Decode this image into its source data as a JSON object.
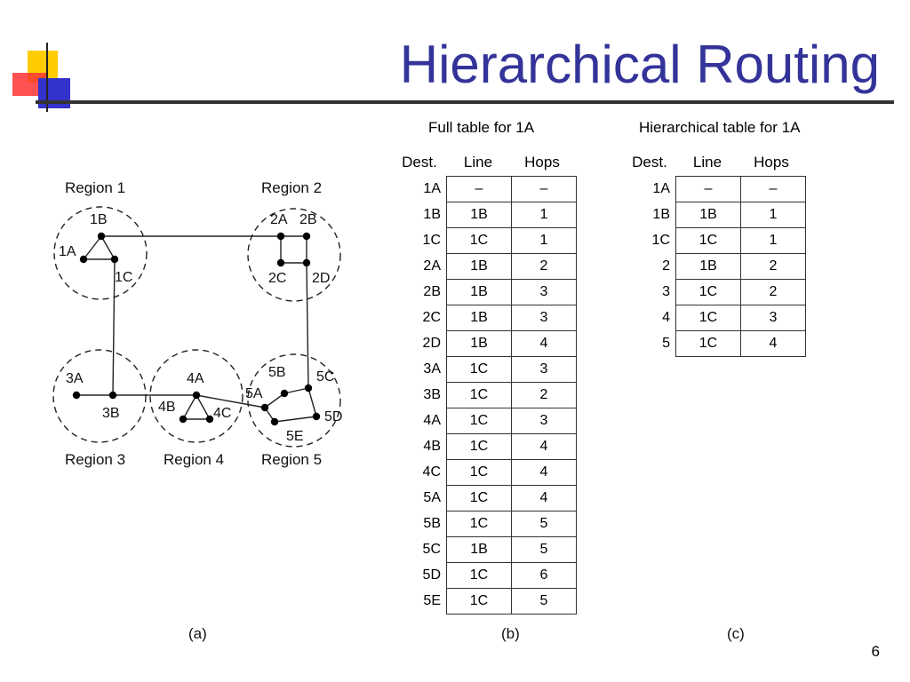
{
  "slide": {
    "title": "Hierarchical Routing",
    "page_number": "6"
  },
  "figure": {
    "regions": [
      "Region 1",
      "Region 2",
      "Region 3",
      "Region 4",
      "Region 5"
    ],
    "nodes": [
      "1A",
      "1B",
      "1C",
      "2A",
      "2B",
      "2C",
      "2D",
      "3A",
      "3B",
      "4A",
      "4B",
      "4C",
      "5A",
      "5B",
      "5C",
      "5D",
      "5E"
    ],
    "captions": [
      "(a)",
      "(b)",
      "(c)"
    ]
  },
  "full_table": {
    "title": "Full table for 1A",
    "headers": [
      "Dest.",
      "Line",
      "Hops"
    ],
    "rows": [
      {
        "dest": "1A",
        "line": "–",
        "hops": "–"
      },
      {
        "dest": "1B",
        "line": "1B",
        "hops": "1"
      },
      {
        "dest": "1C",
        "line": "1C",
        "hops": "1"
      },
      {
        "dest": "2A",
        "line": "1B",
        "hops": "2"
      },
      {
        "dest": "2B",
        "line": "1B",
        "hops": "3"
      },
      {
        "dest": "2C",
        "line": "1B",
        "hops": "3"
      },
      {
        "dest": "2D",
        "line": "1B",
        "hops": "4"
      },
      {
        "dest": "3A",
        "line": "1C",
        "hops": "3"
      },
      {
        "dest": "3B",
        "line": "1C",
        "hops": "2"
      },
      {
        "dest": "4A",
        "line": "1C",
        "hops": "3"
      },
      {
        "dest": "4B",
        "line": "1C",
        "hops": "4"
      },
      {
        "dest": "4C",
        "line": "1C",
        "hops": "4"
      },
      {
        "dest": "5A",
        "line": "1C",
        "hops": "4"
      },
      {
        "dest": "5B",
        "line": "1C",
        "hops": "5"
      },
      {
        "dest": "5C",
        "line": "1B",
        "hops": "5"
      },
      {
        "dest": "5D",
        "line": "1C",
        "hops": "6"
      },
      {
        "dest": "5E",
        "line": "1C",
        "hops": "5"
      }
    ]
  },
  "hier_table": {
    "title": "Hierarchical table for 1A",
    "headers": [
      "Dest.",
      "Line",
      "Hops"
    ],
    "rows": [
      {
        "dest": "1A",
        "line": "–",
        "hops": "–"
      },
      {
        "dest": "1B",
        "line": "1B",
        "hops": "1"
      },
      {
        "dest": "1C",
        "line": "1C",
        "hops": "1"
      },
      {
        "dest": "2",
        "line": "1B",
        "hops": "2"
      },
      {
        "dest": "3",
        "line": "1C",
        "hops": "2"
      },
      {
        "dest": "4",
        "line": "1C",
        "hops": "3"
      },
      {
        "dest": "5",
        "line": "1C",
        "hops": "4"
      }
    ]
  },
  "colors": {
    "title": "#333399",
    "deco_yellow": "#ffcc00",
    "deco_red": "#ff3333",
    "deco_blue": "#3333cc"
  }
}
